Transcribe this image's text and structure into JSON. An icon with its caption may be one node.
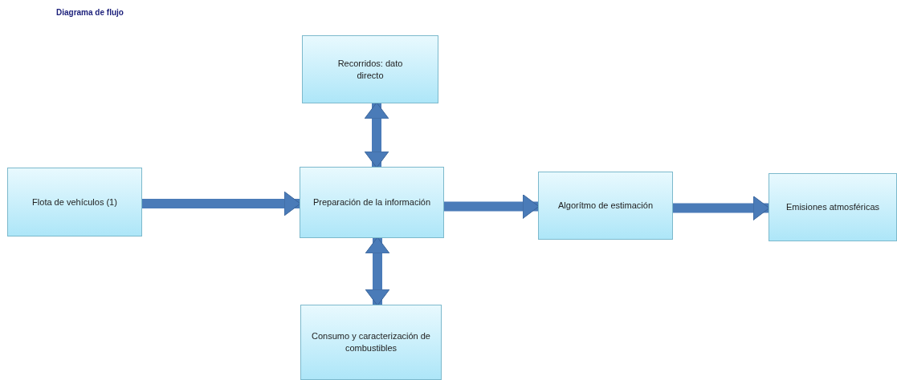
{
  "diagram": {
    "title": "Diagrama de flujo",
    "nodes": [
      {
        "text": [
          "Recorridos: dato directo"
        ]
      },
      {
        "text": [
          "Flota de vehículos (1)"
        ]
      },
      {
        "text": [
          "Preparación de la información"
        ]
      },
      {
        "text": [
          "Algorítmo de estimación"
        ]
      },
      {
        "text": [
          "Emisiones atmosféricas"
        ]
      },
      {
        "text": [
          "Consumo y caracterización de combustibles"
        ]
      }
    ],
    "edges": [
      {
        "from": 1,
        "to": 2,
        "arrow": "to"
      },
      {
        "from": 0,
        "to": 2,
        "arrow": "both"
      },
      {
        "from": 2,
        "to": 5,
        "arrow": "both"
      },
      {
        "from": 2,
        "to": 3,
        "arrow": "to"
      },
      {
        "from": 3,
        "to": 4,
        "arrow": "to"
      }
    ]
  }
}
